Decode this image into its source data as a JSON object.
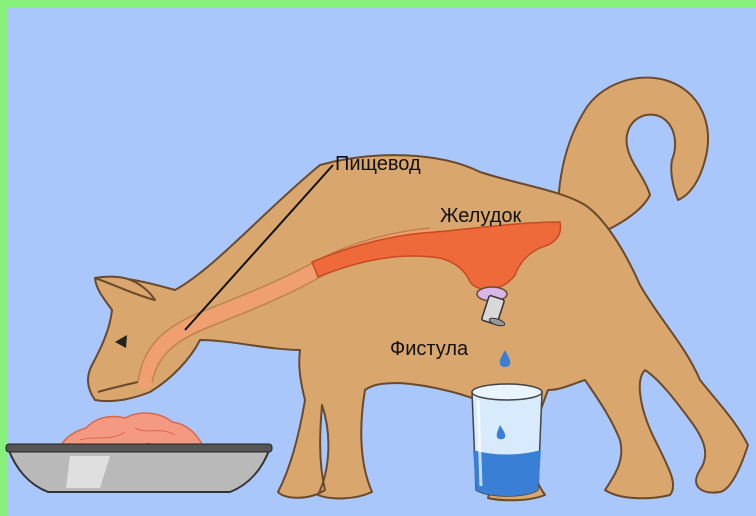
{
  "labels": {
    "esophagus": "Пищевод",
    "stomach": "Желудок",
    "fistula": "Фистула"
  },
  "colors": {
    "background": "#a9c7fa",
    "border": "#86f07a",
    "dog_fur": "#d9a76d",
    "dog_outline": "#6b4a2c",
    "esophagus": "#f0a070",
    "stomach": "#ef6a3a",
    "food": "#f49a82",
    "water": "#3a7fd6"
  },
  "icons": [
    "dog-illustration",
    "food-bowl",
    "water-glass",
    "water-drop"
  ]
}
